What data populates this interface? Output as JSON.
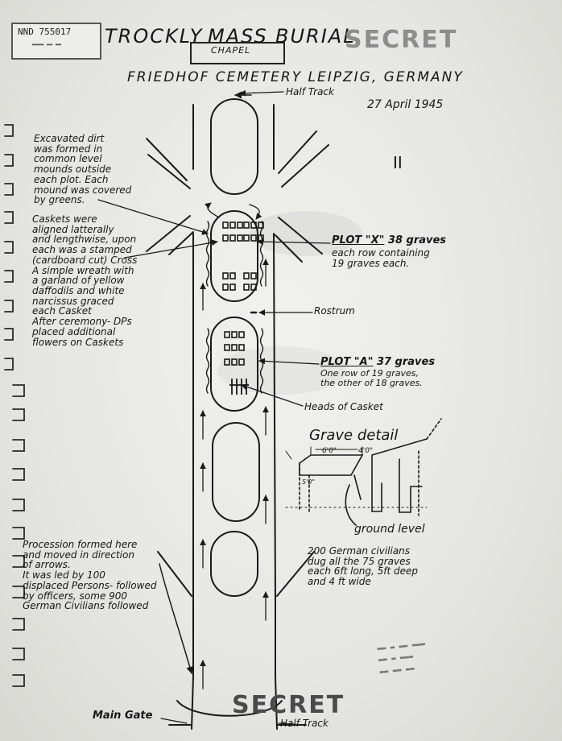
{
  "header": {
    "stamp": "NND 755017",
    "title_left": "TROCKLY",
    "title_mid": "MASS",
    "title_right": "BURIAL",
    "secret": "SECRET",
    "chapel": "CHAPEL",
    "subtitle": "FRIEDHOF CEMETERY LEIPZIG, GERMANY",
    "date": "27 April 1945"
  },
  "labels": {
    "half_track_top": "Half Track",
    "half_track_bottom": "Half Track",
    "main_gate": "Main Gate",
    "roman": "II",
    "rostrum": "Rostrum",
    "heads": "Heads of Casket",
    "ground_level": "ground level",
    "secret_bottom": "SECRET"
  },
  "notes": {
    "dirt": "Excavated dirt\nwas formed in\ncommon level\nmounds outside\neach plot. Each\nmound was covered\nby greens.",
    "caskets": "Caskets were\naligned latterally\nand lengthwise, upon\neach was a stamped\n(cardboard cut) Cross\nA simple wreath with\na garland of yellow\ndaffodils and white\nnarcissus graced\neach Casket\nAfter ceremony- DPs\nplaced additional\nflowers on Caskets",
    "procession": "Procession formed here\nand moved in direction\nof arrows.\nIt was led by 100\ndisplaced Persons- followed\nby officers, some 900\nGerman Civilians followed",
    "german_civ": "200 German civilians\ndug all the 75 graves\neach 6ft long, 5ft deep\nand 4 ft wide"
  },
  "plots": {
    "x_title": "PLOT \"X\"",
    "x_count": "38 graves",
    "x_desc": "each row containing\n19 graves each.",
    "a_title": "PLOT \"A\"",
    "a_count": "37 graves",
    "a_desc": "One row of 19 graves,\nthe other of 18 graves."
  },
  "grave_detail": {
    "title": "Grave detail",
    "dim_a": "6'0\"",
    "dim_b": "4'0\"",
    "dim_c": "5'0\""
  }
}
